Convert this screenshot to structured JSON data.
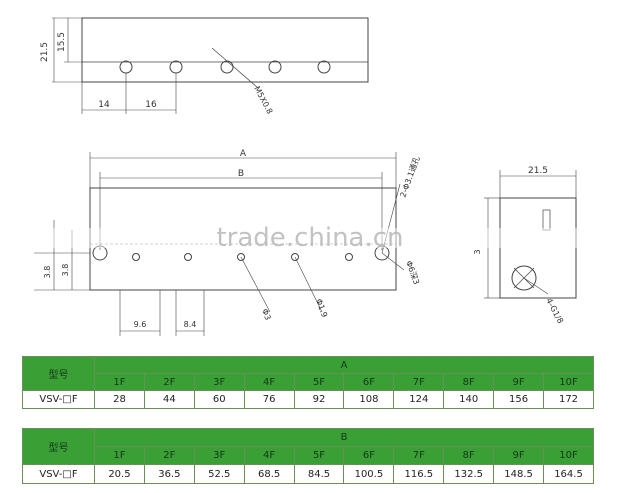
{
  "watermark": "trade.china.cn",
  "top_view": {
    "dim_215": "21.5",
    "dim_155": "15.5",
    "dim_14": "14",
    "dim_16": "16",
    "thread_note": "M5X0.8"
  },
  "front_view": {
    "dim_a": "A",
    "dim_b": "B",
    "through_hole_note": "2-Φ3.1通孔",
    "dim_38_outer": "3.8",
    "dim_38_inner": "3.8",
    "dim_96": "9.6",
    "dim_84": "8.4",
    "dia_3": "Φ3",
    "dia_19": "Φ1.9",
    "counterbore_note": "Φ6深3"
  },
  "side_view": {
    "dim_215": "21.5",
    "dim_3": "3",
    "port_note": "4-G1/8"
  },
  "table_a": {
    "model_label": "型号",
    "group_label": "A",
    "columns": [
      "1F",
      "2F",
      "3F",
      "4F",
      "5F",
      "6F",
      "7F",
      "8F",
      "9F",
      "10F"
    ],
    "row_label": "VSV-□F",
    "values": [
      "28",
      "44",
      "60",
      "76",
      "92",
      "108",
      "124",
      "140",
      "156",
      "172"
    ]
  },
  "table_b": {
    "model_label": "型号",
    "group_label": "B",
    "columns": [
      "1F",
      "2F",
      "3F",
      "4F",
      "5F",
      "6F",
      "7F",
      "8F",
      "9F",
      "10F"
    ],
    "row_label": "VSV-□F",
    "values": [
      "20.5",
      "36.5",
      "52.5",
      "68.5",
      "84.5",
      "100.5",
      "116.5",
      "132.5",
      "148.5",
      "164.5"
    ]
  }
}
